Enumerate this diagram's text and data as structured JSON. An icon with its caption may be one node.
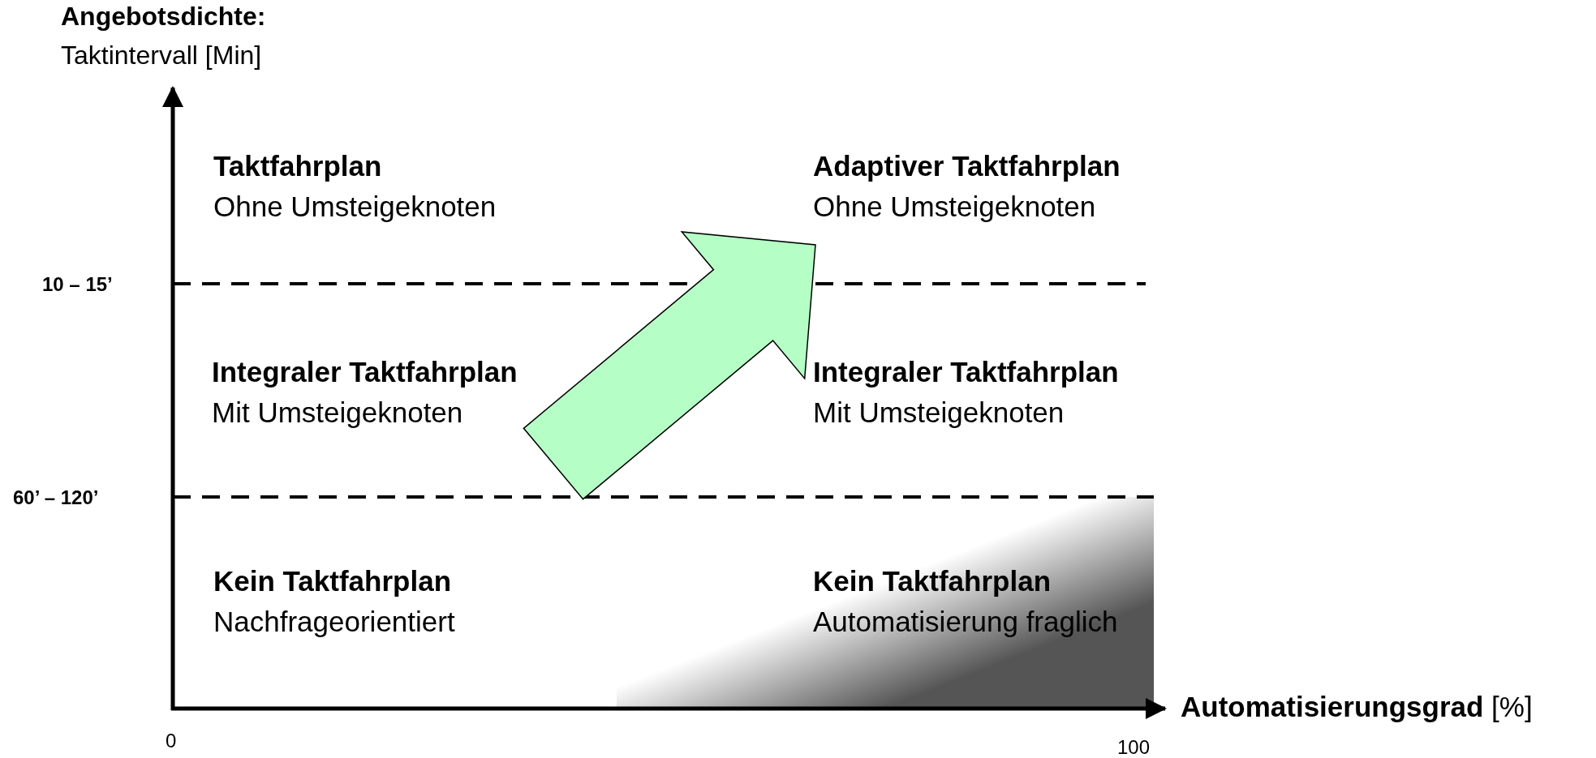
{
  "diagram": {
    "nodes": [
      {
        "text": [
          "Taktfahrplan",
          "Ohne Umsteigeknoten"
        ]
      },
      {
        "text": [
          "Adaptiver Taktfahrplan",
          "Ohne Umsteigeknoten"
        ]
      },
      {
        "text": [
          "Integraler Taktfahrplan",
          "Mit Umsteigeknoten"
        ]
      },
      {
        "text": [
          "Integraler Taktfahrplan",
          "Mit Umsteigeknoten"
        ]
      },
      {
        "text": [
          "Kein Taktfahrplan",
          "Nachfrageorientiert"
        ]
      },
      {
        "text": [
          "Kein Taktfahrplan",
          "Automatisierung fraglich"
        ]
      }
    ],
    "edges": [
      {
        "from": 2,
        "to": 1,
        "arrow": "to"
      }
    ],
    "labels": [
      "Angebotsdichte:",
      "Taktintervall [Min]",
      "10 – 15’",
      "60’ – 120’",
      "**Automatisierungsgrad** [%]",
      "0",
      "100"
    ]
  }
}
